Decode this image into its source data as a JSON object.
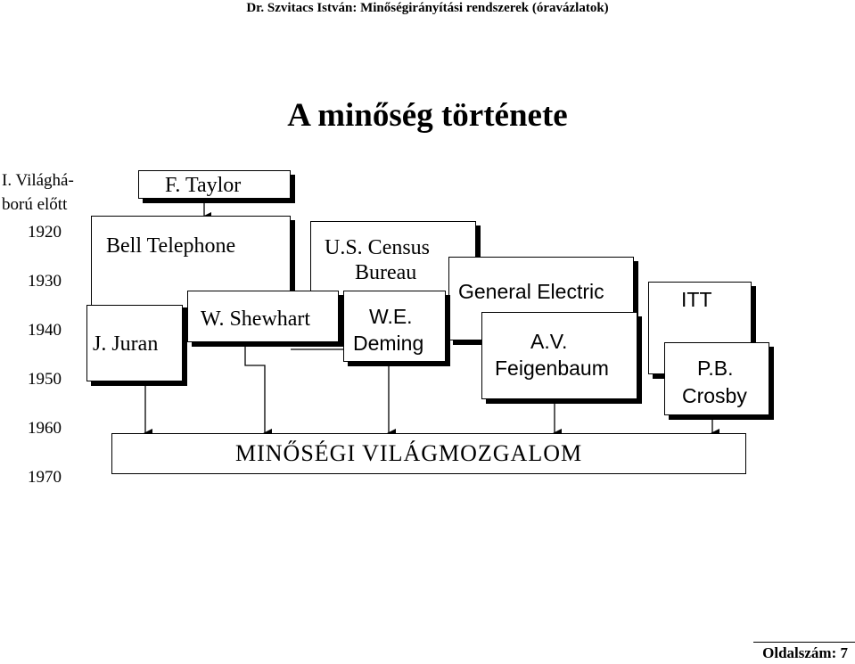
{
  "header": "Dr. Szvitacs István: Minőségirányítási rendszerek (óravázlatok)",
  "title": "A minőség története",
  "timeline": {
    "pre_war_line1": "I. Vilá­ghá-",
    "pre_war_line2": "ború előtt",
    "years": [
      "1920",
      "1930",
      "1940",
      "1950",
      "1960",
      "1970"
    ]
  },
  "nodes": {
    "taylor": "F. Taylor",
    "bell": "Bell Telephone",
    "juran": "J. Juran",
    "shewhart": "W. Shewhart",
    "census_line1": "U.S. Census",
    "census_line2": "Bureau",
    "deming_line1": "W.E.",
    "deming_line2": "Deming",
    "ge": "General Electric",
    "feig_line1": "A.V.",
    "feig_line2": "Feigenbaum",
    "itt": "ITT",
    "crosby_line1": "P.B.",
    "crosby_line2": "Crosby",
    "movement": "MINŐSÉGI VILÁGMOZGALOM"
  },
  "footer": "Oldalszám: 7"
}
